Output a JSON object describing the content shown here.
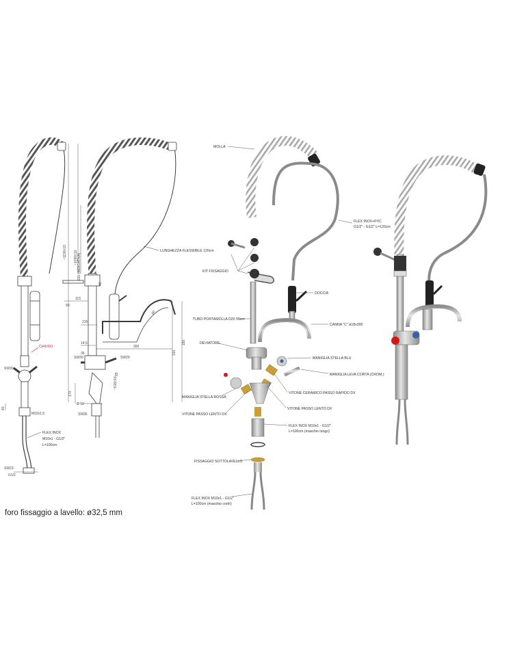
{
  "caption": "foro fissaggio a lavello: ø32,5 mm",
  "dimension_view": {
    "labels": {
      "lunghezza_flessibile": "LUNGHEZZA FLESSIBILE 120cm",
      "chiuso": "CHIUSO",
      "flex_line1": "FLEX INOX",
      "flex_line2": "M10x1 - G1/2\"",
      "flex_line3": "L=100cm"
    },
    "dimensions": {
      "h1": "~1130±10",
      "h2": "~1030±10",
      "h3": "220 (INDICATIVA)",
      "d115": "115",
      "d215": "215",
      "d300": "300",
      "d310": "310",
      "d180": "180",
      "d60": "60",
      "d145": "14,5",
      "d35": "35",
      "d52": "52",
      "d85": "85",
      "d515": "~515±10",
      "d170": "170",
      "d40": "40",
      "d50": "50",
      "sw30": "SW30",
      "sw29": "SW29",
      "sw36": "SW36",
      "sw23": "SW23",
      "m32": "M32x1,5",
      "d52b": "Ø 52",
      "g12": "G1/2",
      "d40b": "40"
    }
  },
  "exploded_view": {
    "labels": {
      "molla": "MOLLA",
      "flex_pvc_1": "FLEX INOX+PVC",
      "flex_pvc_2": "G1/2\" - G1/2\" L=120cm",
      "kit_fissaggio": "KIT FISSAGGIO",
      "doccia": "DOCCIA",
      "tubo": "TUBO PORTAMOLLA D20 55cm",
      "canna": "CANNA \"C\" ø18x300",
      "deviatore": "DEVIATORE",
      "stella_blu": "MANIGLIA STELLA BLU",
      "leva_corta": "MANIGLIA LEVA CORTA (CROM.)",
      "vitone_ceramico": "VITONE CERAMICO PASSO RAPIDO DX",
      "stella_rossa": "MANIGLIA STELLA ROSSA",
      "vitone_lento_sx": "VITONE PASSO LENTO DX",
      "vitone_lento_dx": "VITONE PASSO LENTO DX",
      "flex_lunghi_1": "FLEX INOX M10x1 - G1/2\"",
      "flex_lunghi_2": "L=100cm (maschio lungo)",
      "fissaggio": "FISSAGGIO SOTTOLAVELLO",
      "flex_corti_1": "FLEX INOX M10x1 - G1/2\"",
      "flex_corti_2": "L=100cm (maschio corto)"
    }
  },
  "colors": {
    "line": "#3a3a3a",
    "metal": "#c9c9c9",
    "metal_dark": "#8a8a8a",
    "rubber": "#222222",
    "red": "#d21a1a",
    "blue": "#3a5fae",
    "brass": "#c8a03a"
  }
}
